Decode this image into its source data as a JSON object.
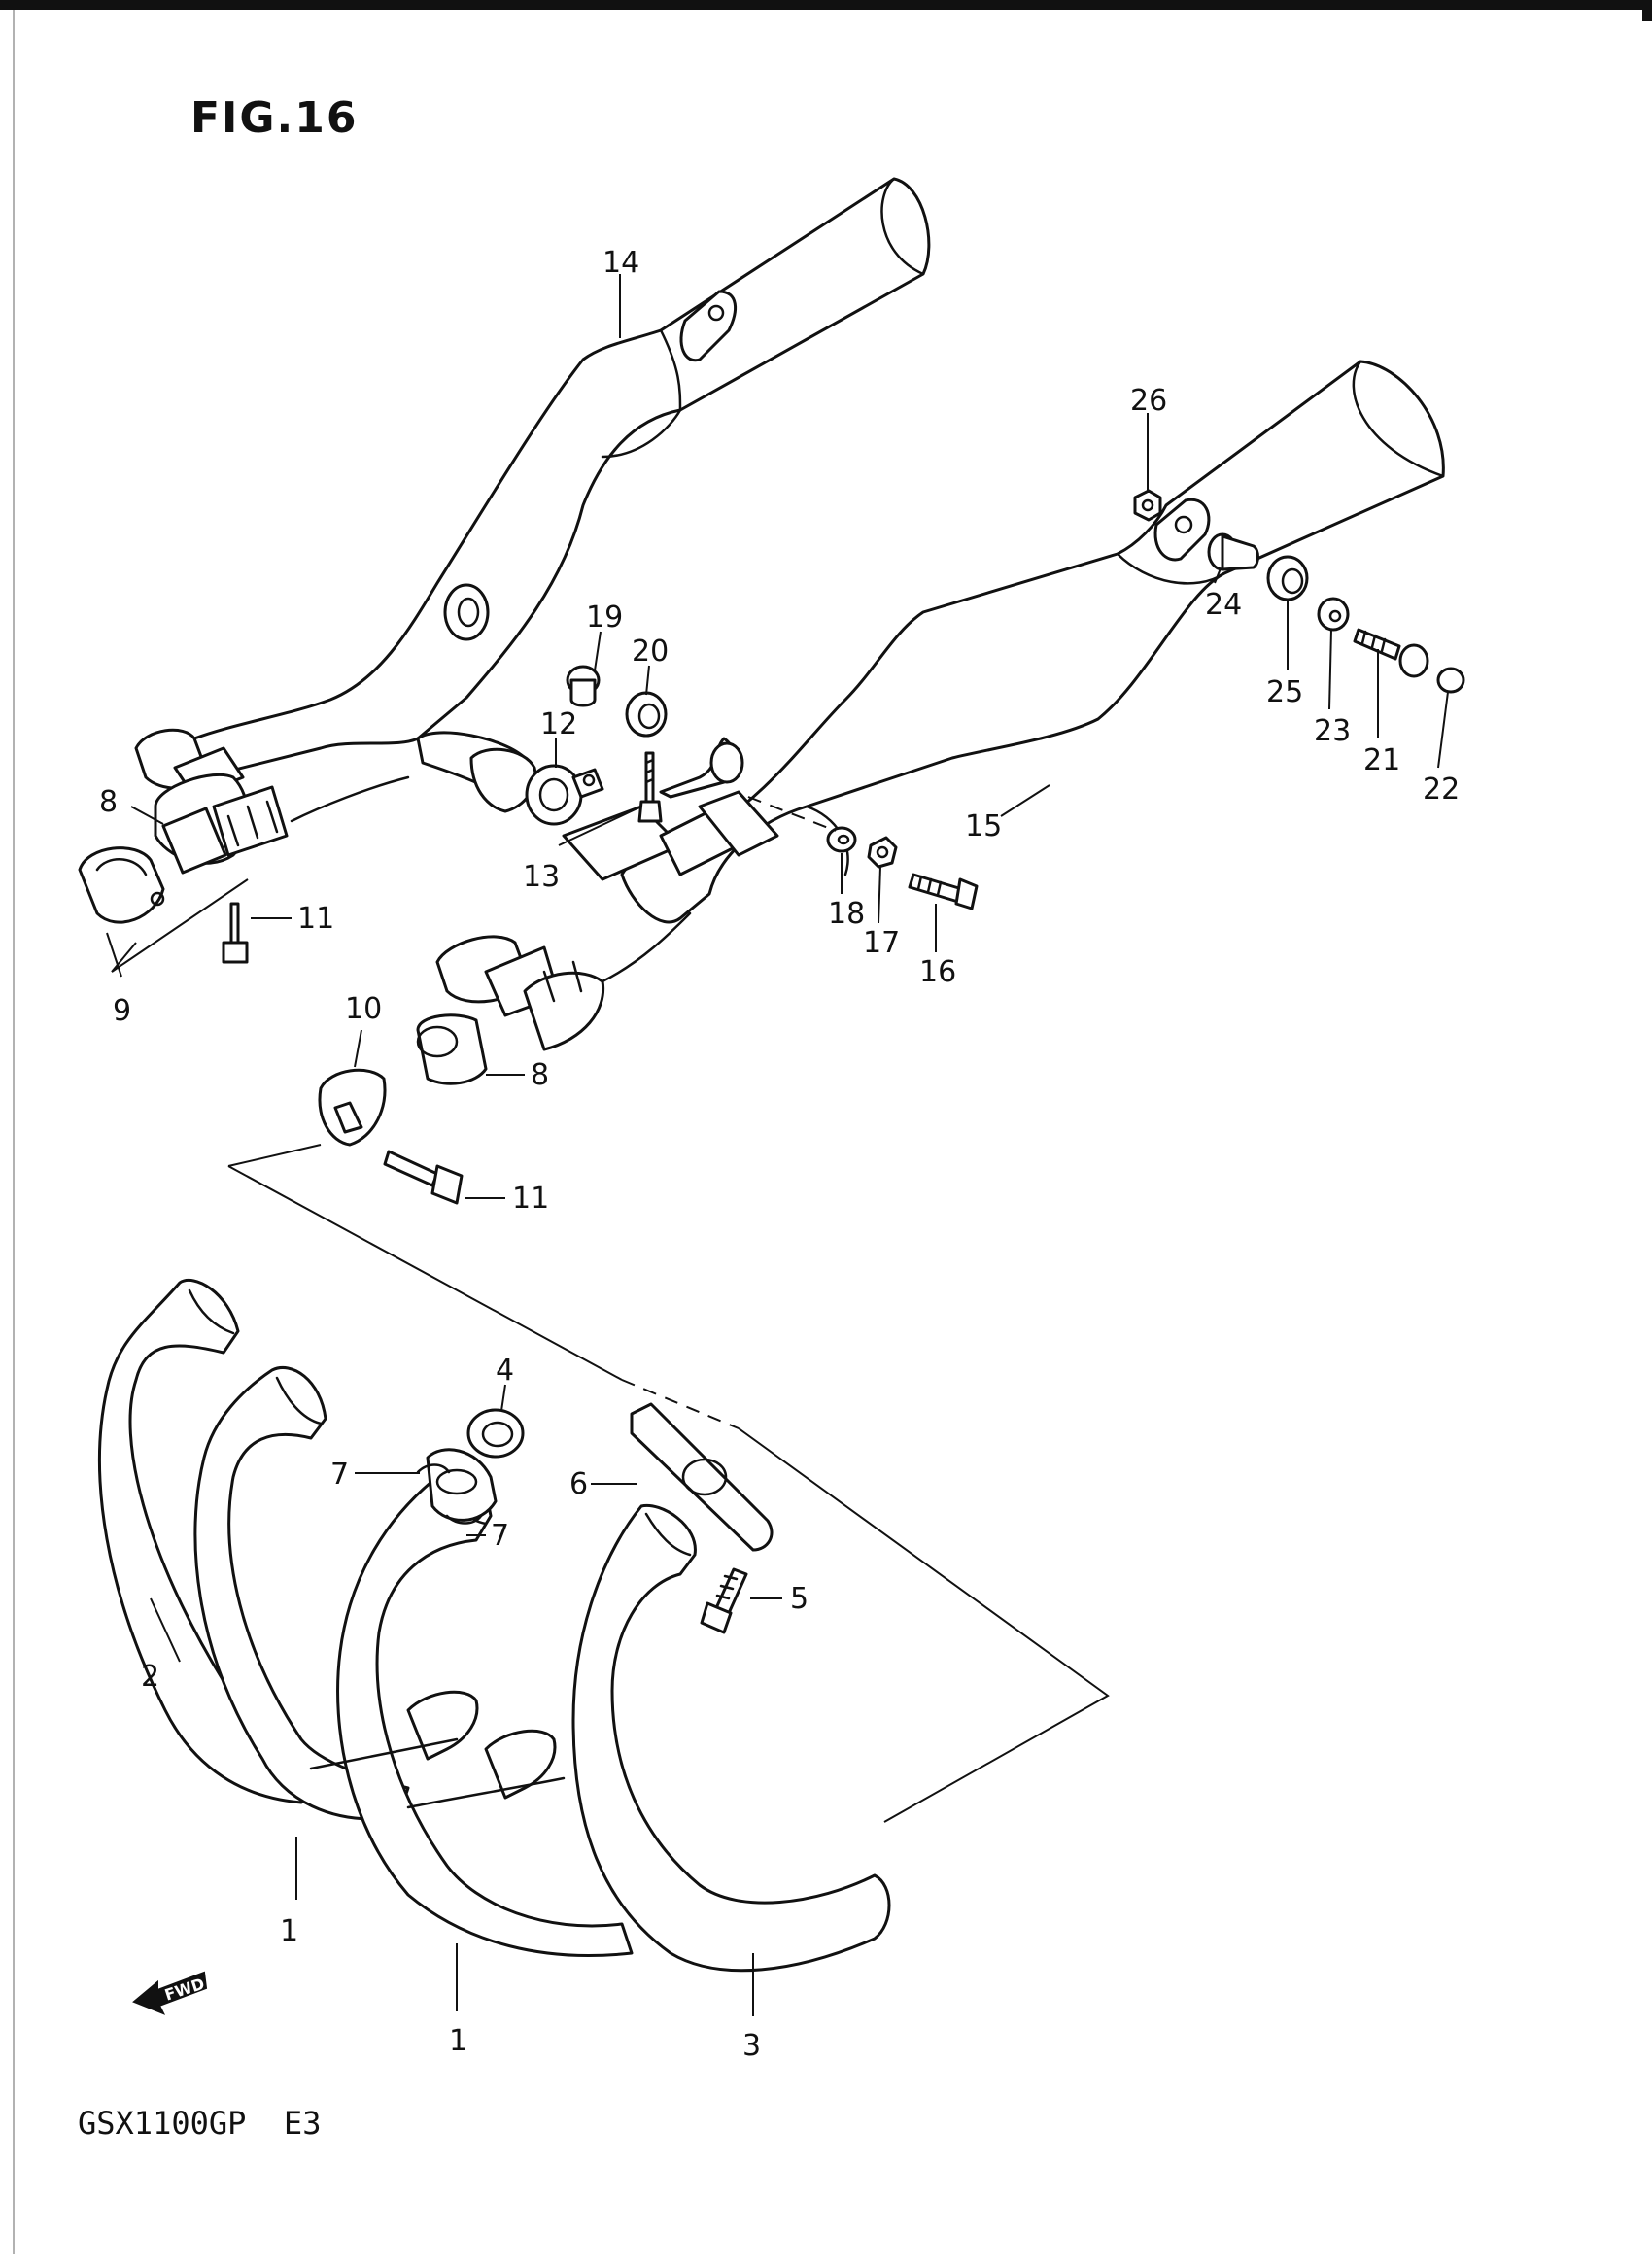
{
  "figure": {
    "title": "FIG.16",
    "model_code": "GSX1100GP  E3",
    "fwd_label": "FWD"
  },
  "callouts": {
    "p1a": "1",
    "p1b": "1",
    "p2": "2",
    "p3": "3",
    "p4": "4",
    "p5": "5",
    "p6": "6",
    "p7a": "7",
    "p7b": "7",
    "p8a": "8",
    "p8b": "8",
    "p9": "9",
    "p10": "10",
    "p11a": "11",
    "p11b": "11",
    "p12": "12",
    "p13": "13",
    "p14": "14",
    "p15": "15",
    "p16": "16",
    "p17": "17",
    "p18": "18",
    "p19": "19",
    "p20": "20",
    "p21": "21",
    "p22": "22",
    "p23": "23",
    "p24": "24",
    "p25": "25",
    "p26": "26"
  }
}
